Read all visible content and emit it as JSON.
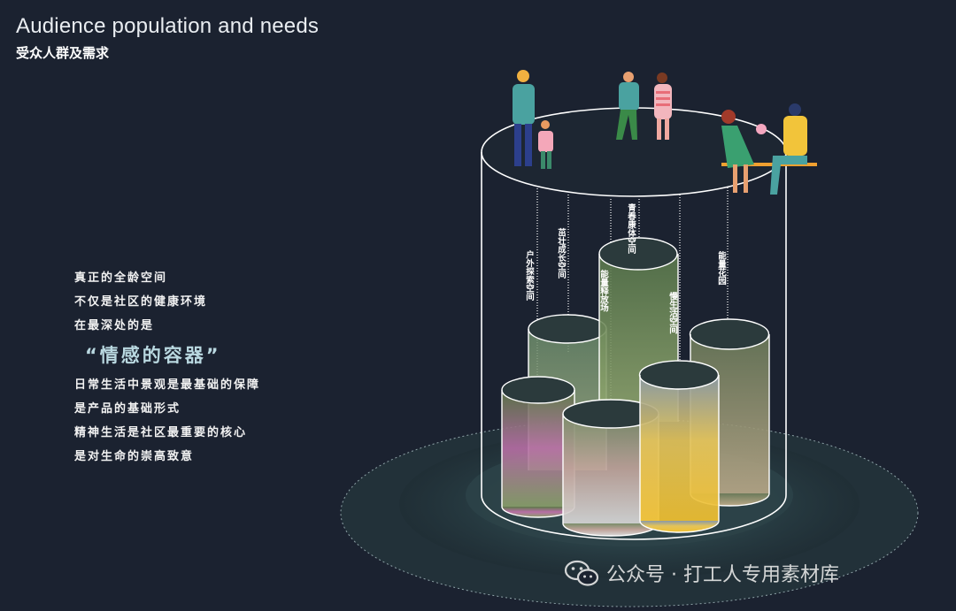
{
  "header": {
    "title_en": "Audience population and needs",
    "title_cn": "受众人群及需求"
  },
  "copy": {
    "line1": "真正的全龄空间",
    "line2": "不仅是社区的健康环境",
    "line3": "在最深处的是",
    "emphasis": "“情感的容器”",
    "line4": "日常生活中景观是最基础的保障",
    "line5": "是产品的基础形式",
    "line6": "精神生活是社区最重要的核心",
    "line7": "是对生命的崇高致意"
  },
  "zones": [
    {
      "label": "户外探索空间"
    },
    {
      "label": "茁壮成长空间"
    },
    {
      "label": "能量释放场"
    },
    {
      "label": "青春康体空间"
    },
    {
      "label": "慢生活空间"
    },
    {
      "label": "能量花园"
    }
  ],
  "watermark": {
    "text": "公众号 · 打工人专用素材库",
    "icon": "wechat-icon"
  },
  "colors": {
    "background": "#1b2230",
    "line": "#ffffff",
    "emphasis": "#b9d8e0",
    "disc": "#2c4248"
  }
}
